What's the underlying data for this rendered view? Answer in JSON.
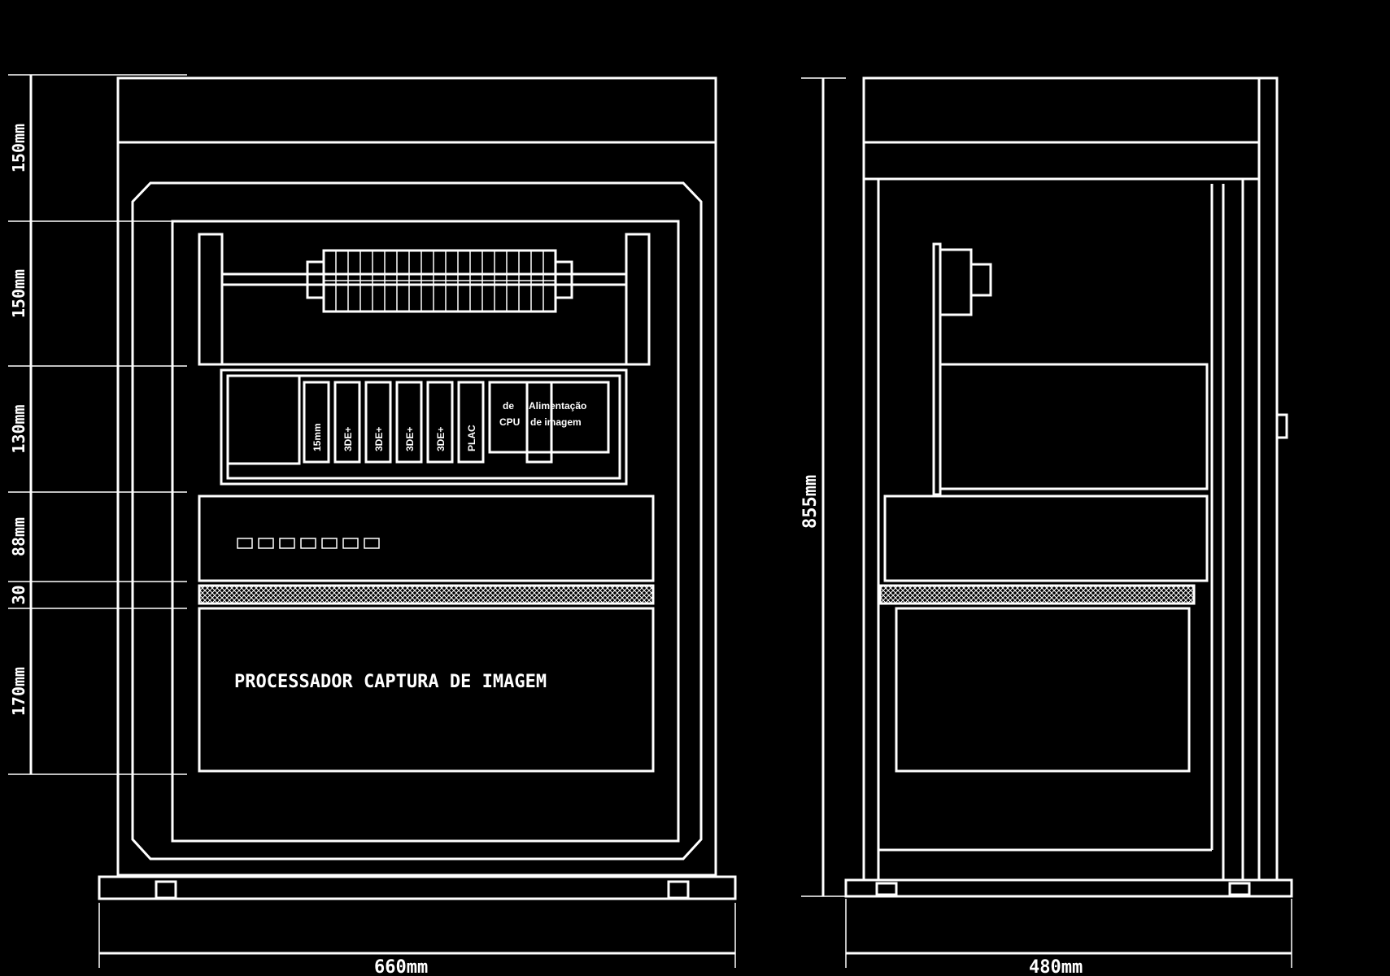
{
  "front_view": {
    "width_label": "660mm",
    "height_labels": [
      "150mm",
      "150mm",
      "130mm",
      "88mm",
      "30",
      "170mm"
    ],
    "slot_labels": [
      "15mm",
      "3DE+",
      "3DE+",
      "3DE+",
      "3DE+",
      "PLAC"
    ],
    "fan_panel_labels": [
      "CPU",
      "de",
      "Alimentação",
      "de imagem"
    ],
    "panel_title": "PROCESSADOR CAPTURA DE IMAGEM"
  },
  "side_view": {
    "width_label": "480mm",
    "height_label": "855mm"
  }
}
